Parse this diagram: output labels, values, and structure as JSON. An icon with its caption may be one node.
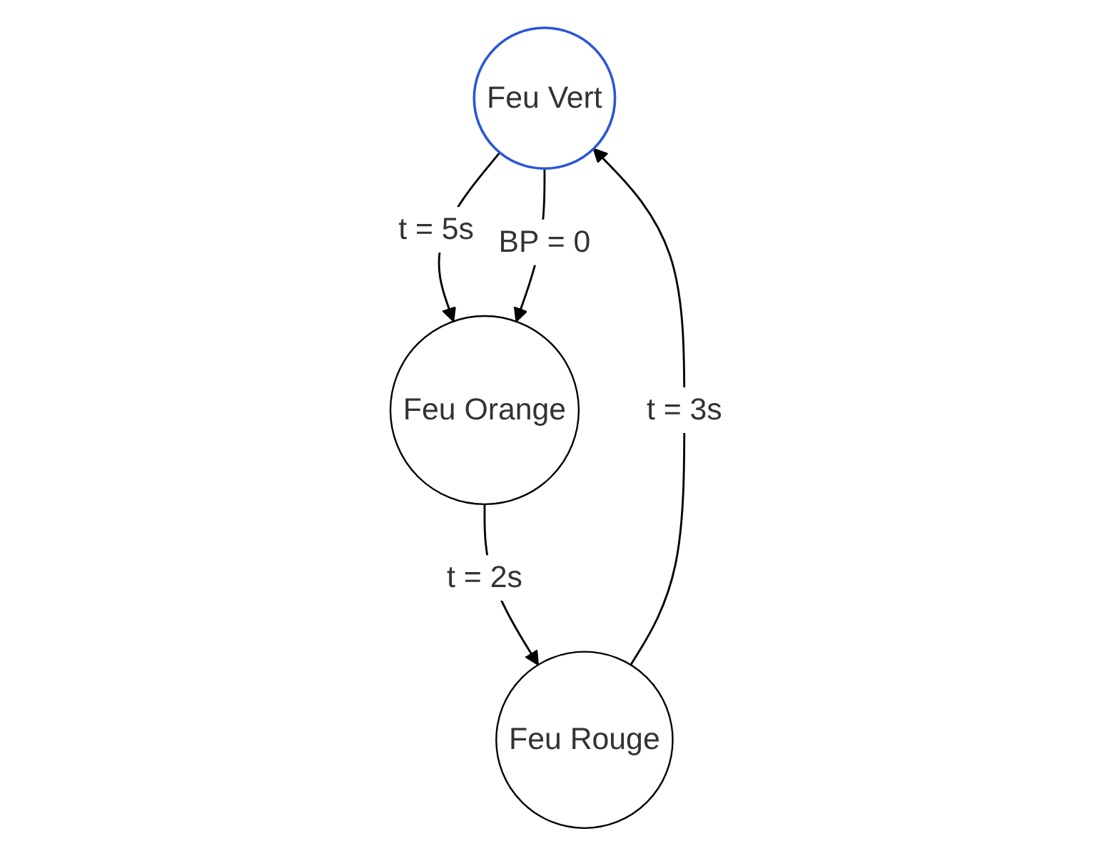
{
  "diagram": {
    "nodes": [
      {
        "text": [
          "Feu Vert"
        ]
      },
      {
        "text": [
          "Feu Orange"
        ]
      },
      {
        "text": [
          "Feu Rouge"
        ]
      }
    ],
    "edges": [
      {
        "from": 0,
        "to": 1,
        "arrow": "to",
        "label": "t = 5s"
      },
      {
        "from": 0,
        "to": 1,
        "arrow": "to",
        "label": "BP = 0"
      },
      {
        "from": 1,
        "to": 2,
        "arrow": "to",
        "label": "t = 2s"
      },
      {
        "from": 2,
        "to": 0,
        "arrow": "to",
        "label": "t = 3s"
      }
    ]
  }
}
